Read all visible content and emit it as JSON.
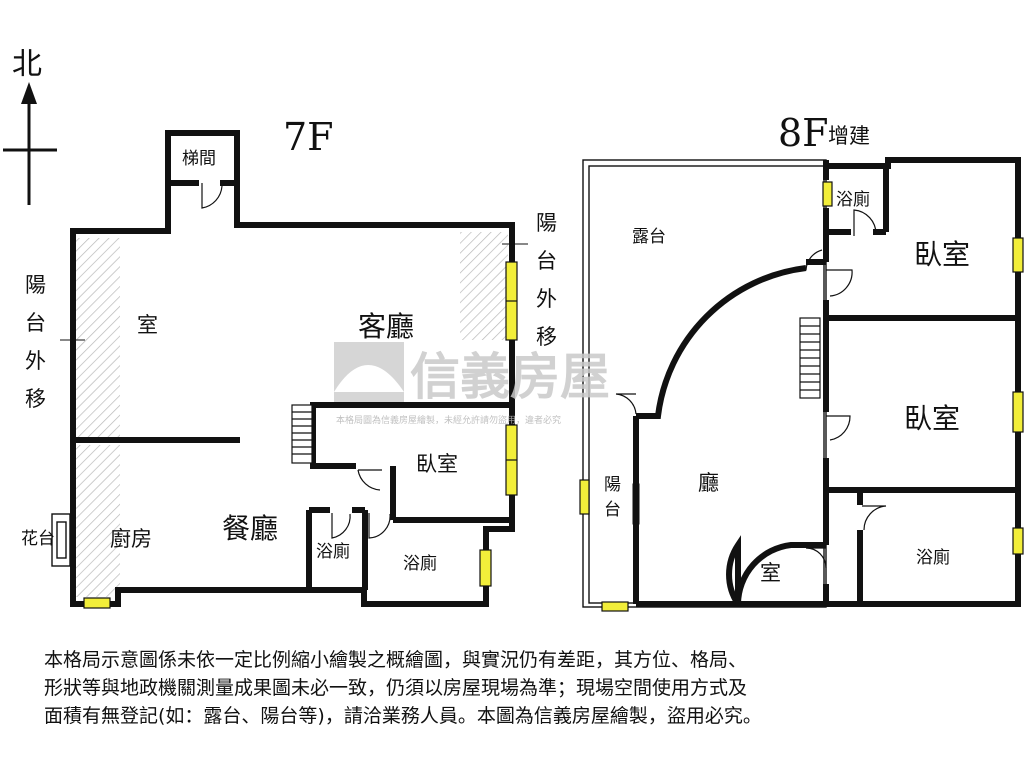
{
  "compass": {
    "label": "北"
  },
  "floor7": {
    "title": "7F",
    "stair": "梯間",
    "balcony_left": [
      "陽",
      "台",
      "外",
      "移"
    ],
    "balcony_right": [
      "陽",
      "台",
      "外",
      "移"
    ],
    "room": "室",
    "living": "客廳",
    "bedroom": "臥室",
    "kitchen": "廚房",
    "dining": "餐廳",
    "bath1": "浴廁",
    "bath2": "浴廁",
    "planter": "花台"
  },
  "floor8": {
    "title": "8F",
    "title_suffix": "增建",
    "terrace": "露台",
    "bath_top": "浴廁",
    "bedroom1": "臥室",
    "bedroom2": "臥室",
    "hall": "廳",
    "balcony": [
      "陽",
      "台"
    ],
    "room": "室",
    "bath_bottom": "浴廁"
  },
  "watermark": {
    "brand": "信義房屋",
    "notice": "本格局圖為信義房屋繪製，未經允許請勿盜用，違者必究"
  },
  "disclaimer": [
    "本格局示意圖係未依一定比例縮小繪製之概繪圖，與實況仍有差距，其方位、格局、",
    "形狀等與地政機關測量成果圖未必一致，仍須以房屋現場為準；現場空間使用方式及",
    "面積有無登記(如：露台、陽台等)，請洽業務人員。本圖為信義房屋繪製，盜用必究。"
  ],
  "colors": {
    "wall": "#111111",
    "window": "#f2ee3a",
    "hatch": "#b8b8b8"
  }
}
